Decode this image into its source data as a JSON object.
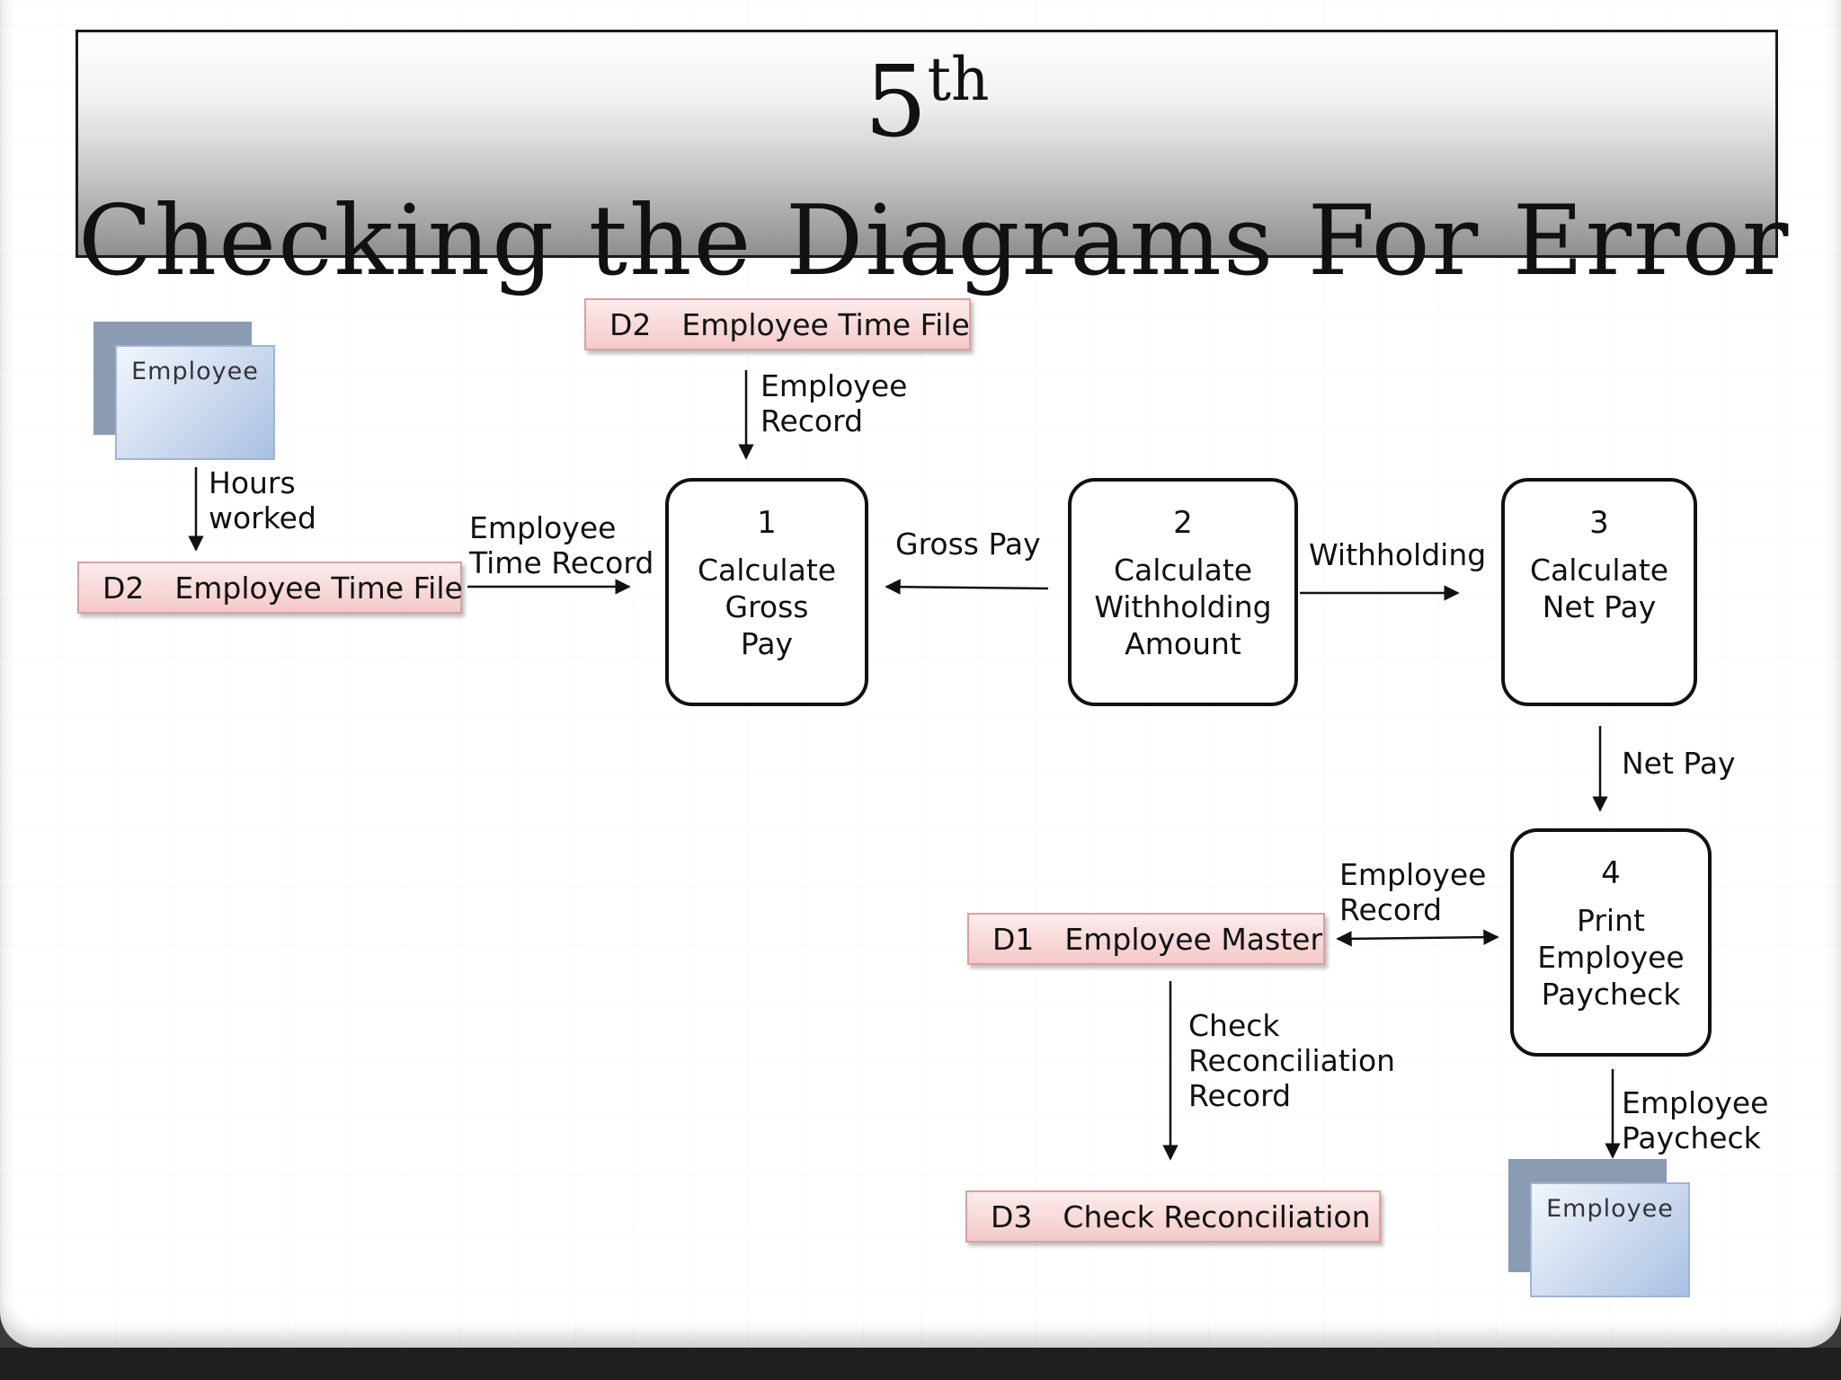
{
  "title": {
    "line1_number": "5",
    "line1_suffix": "th",
    "line2": "Checking the Diagrams For Error"
  },
  "entities": {
    "employee_source": "Employee",
    "employee_sink": "Employee"
  },
  "data_stores": {
    "d2_top": {
      "id": "D2",
      "name": "Employee Time File"
    },
    "d2_left": {
      "id": "D2",
      "name": "Employee Time File"
    },
    "d1": {
      "id": "D1",
      "name": "Employee Master"
    },
    "d3": {
      "id": "D3",
      "name": "Check Reconciliation"
    }
  },
  "processes": {
    "p1": {
      "number": "1",
      "name_lines": [
        "Calculate",
        "Gross",
        "Pay"
      ]
    },
    "p2": {
      "number": "2",
      "name_lines": [
        "Calculate",
        "Withholding",
        "Amount"
      ]
    },
    "p3": {
      "number": "3",
      "name_lines": [
        "Calculate",
        "Net Pay"
      ]
    },
    "p4": {
      "number": "4",
      "name_lines": [
        "Print",
        "Employee",
        "Paycheck"
      ]
    }
  },
  "flows": {
    "hours_worked": [
      "Hours",
      "worked"
    ],
    "employee_record_top": [
      "Employee",
      "Record"
    ],
    "employee_time_record": [
      "Employee",
      "Time Record"
    ],
    "gross_pay": [
      "Gross Pay"
    ],
    "withholding": [
      "Withholding"
    ],
    "net_pay": [
      "Net Pay"
    ],
    "employee_record_d1": [
      "Employee",
      "Record"
    ],
    "check_reconciliation_record": [
      "Check",
      "Reconciliation",
      "Record"
    ],
    "employee_paycheck": [
      "Employee",
      "Paycheck"
    ]
  }
}
